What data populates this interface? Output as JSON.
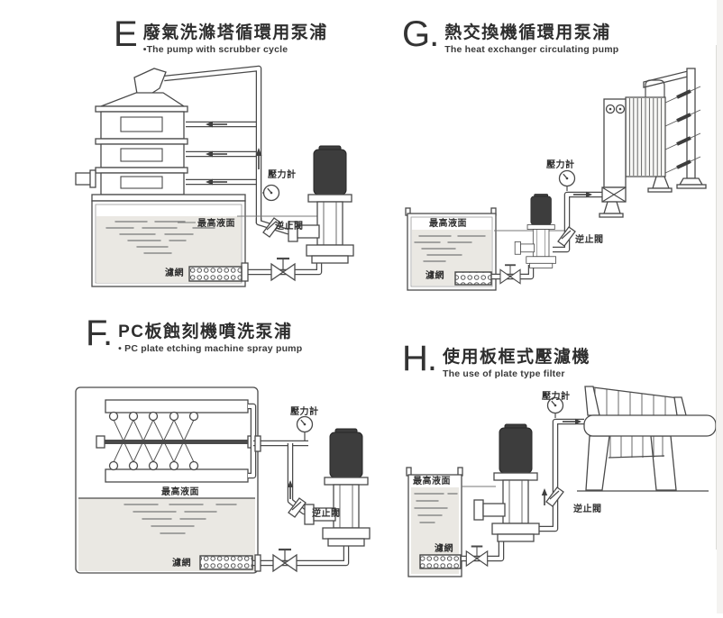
{
  "sections": {
    "e": {
      "letter": "E",
      "title_zh": "廢氣洗滌塔循環用泵浦",
      "subtitle_en": "•The pump with scrubber cycle",
      "labels": {
        "pressure_gauge": "壓力計",
        "max_level": "最高液面",
        "check_valve": "逆止閥",
        "strainer": "濾網"
      }
    },
    "g": {
      "letter": "G.",
      "title_zh": "熱交換機循環用泵浦",
      "subtitle_en": "The heat exchanger circulating pump",
      "labels": {
        "pressure_gauge": "壓力計",
        "max_level": "最高液面",
        "check_valve": "逆止閥",
        "strainer": "濾網"
      }
    },
    "f": {
      "letter": "F.",
      "title_zh": "PC板蝕刻機噴洗泵浦",
      "subtitle_en": "• PC plate etching machine spray pump",
      "labels": {
        "pressure_gauge": "壓力計",
        "max_level": "最高液面",
        "check_valve": "逆止閥",
        "strainer": "濾網"
      }
    },
    "h": {
      "letter": "H.",
      "title_zh": "使用板框式壓濾機",
      "subtitle_en": "The use of plate type filter",
      "labels": {
        "pressure_gauge": "壓力計",
        "max_level": "最高液面",
        "check_valve": "逆止閥",
        "strainer": "濾網"
      }
    }
  }
}
